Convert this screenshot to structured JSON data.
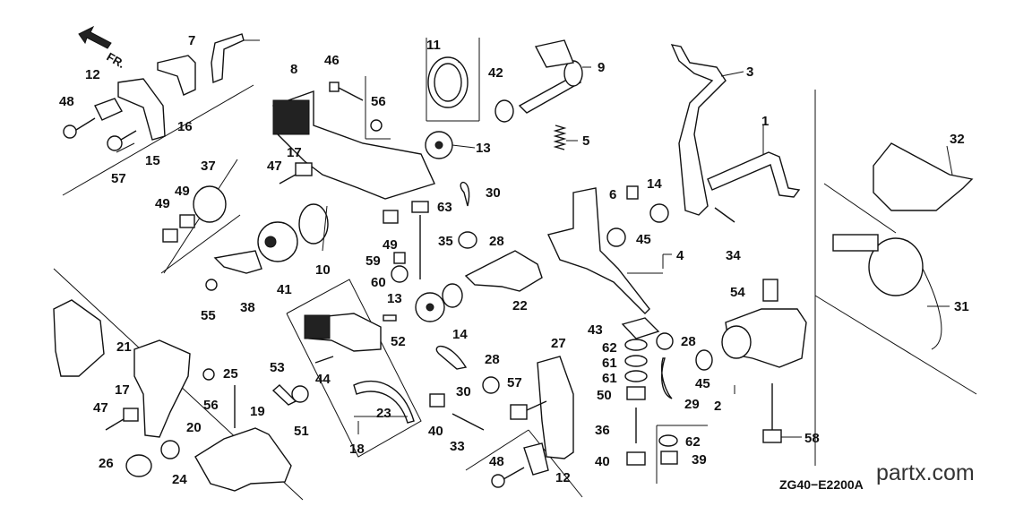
{
  "direction_label": "FR.",
  "drawing_code": "ZG40−E2200A",
  "watermark": "partx.com",
  "callouts": {
    "c1": "1",
    "c2": "2",
    "c3": "3",
    "c4": "4",
    "c5": "5",
    "c6": "6",
    "c7": "7",
    "c8": "8",
    "c9": "9",
    "c10": "10",
    "c11": "11",
    "c12a": "12",
    "c12b": "12",
    "c13a": "13",
    "c13b": "13",
    "c14a": "14",
    "c14b": "14",
    "c15": "15",
    "c16": "16",
    "c17a": "17",
    "c17b": "17",
    "c18": "18",
    "c19": "19",
    "c20": "20",
    "c21": "21",
    "c22": "22",
    "c23": "23",
    "c24": "24",
    "c25": "25",
    "c26": "26",
    "c27": "27",
    "c28a": "28",
    "c28b": "28",
    "c28c": "28",
    "c29": "29",
    "c30a": "30",
    "c30b": "30",
    "c31": "31",
    "c32": "32",
    "c33": "33",
    "c34": "34",
    "c35": "35",
    "c36": "36",
    "c37": "37",
    "c38": "38",
    "c39": "39",
    "c40a": "40",
    "c40b": "40",
    "c41": "41",
    "c42": "42",
    "c43": "43",
    "c44": "44",
    "c45a": "45",
    "c45b": "45",
    "c46": "46",
    "c47a": "47",
    "c47b": "47",
    "c48a": "48",
    "c48b": "48",
    "c49a": "49",
    "c49b": "49",
    "c49c": "49",
    "c50": "50",
    "c51": "51",
    "c52": "52",
    "c53": "53",
    "c54": "54",
    "c55": "55",
    "c56a": "56",
    "c56b": "56",
    "c57a": "57",
    "c57b": "57",
    "c58": "58",
    "c59": "59",
    "c60": "60",
    "c61a": "61",
    "c61b": "61",
    "c62a": "62",
    "c62b": "62",
    "c63": "63"
  }
}
